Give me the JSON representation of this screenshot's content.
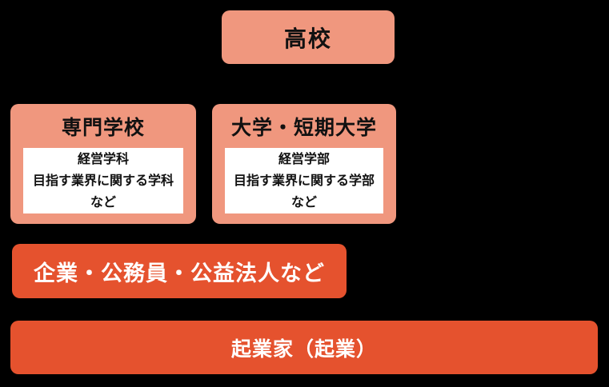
{
  "colors": {
    "background": "#000000",
    "salmon_box": "#F0977E",
    "orange_bar": "#E5522E",
    "detail_card": "#FFFFFF",
    "dark_text": "#111111",
    "light_text": "#FFFFFF"
  },
  "diagram": {
    "root": {
      "label": "高校"
    },
    "paths": [
      {
        "title": "専門学校",
        "details": [
          "経営学科",
          "目指す業界に関する学科",
          "など"
        ]
      },
      {
        "title": "大学・短期大学",
        "details": [
          "経営学部",
          "目指す業界に関する学部",
          "など"
        ]
      }
    ],
    "employment": {
      "label": "企業・公務員・公益法人など"
    },
    "entrepreneur": {
      "label": "起業家（起業）"
    }
  }
}
